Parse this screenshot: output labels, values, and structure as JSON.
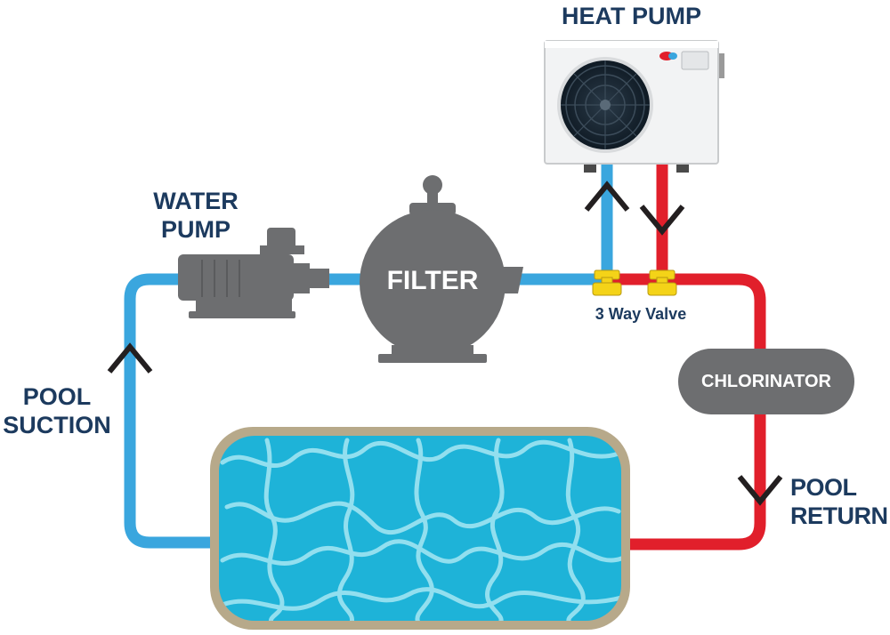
{
  "labels": {
    "heat_pump": "HEAT PUMP",
    "water_pump_line1": "WATER",
    "water_pump_line2": "PUMP",
    "filter": "FILTER",
    "valve": "3 Way Valve",
    "chlorinator": "CHLORINATOR",
    "pool_suction_line1": "POOL",
    "pool_suction_line2": "SUCTION",
    "pool_return_line1": "POOL",
    "pool_return_line2": "RETURN"
  },
  "colors": {
    "cold_pipe": "#3aa6de",
    "hot_pipe": "#e11f2b",
    "equipment": "#6d6e70",
    "label_text": "#1c3a5e",
    "valve": "#f4d318",
    "pool_water": "#1eb3d8",
    "pool_rim": "#b7a98a",
    "arrow": "#231f20"
  },
  "icons": {
    "heat_pump": "heat-pump-unit-icon",
    "water_pump": "water-pump-icon",
    "filter": "sand-filter-icon",
    "valve": "three-way-valve-icon",
    "flow_arrow": "chevron-flow-arrow-icon",
    "pool": "swimming-pool-icon"
  }
}
